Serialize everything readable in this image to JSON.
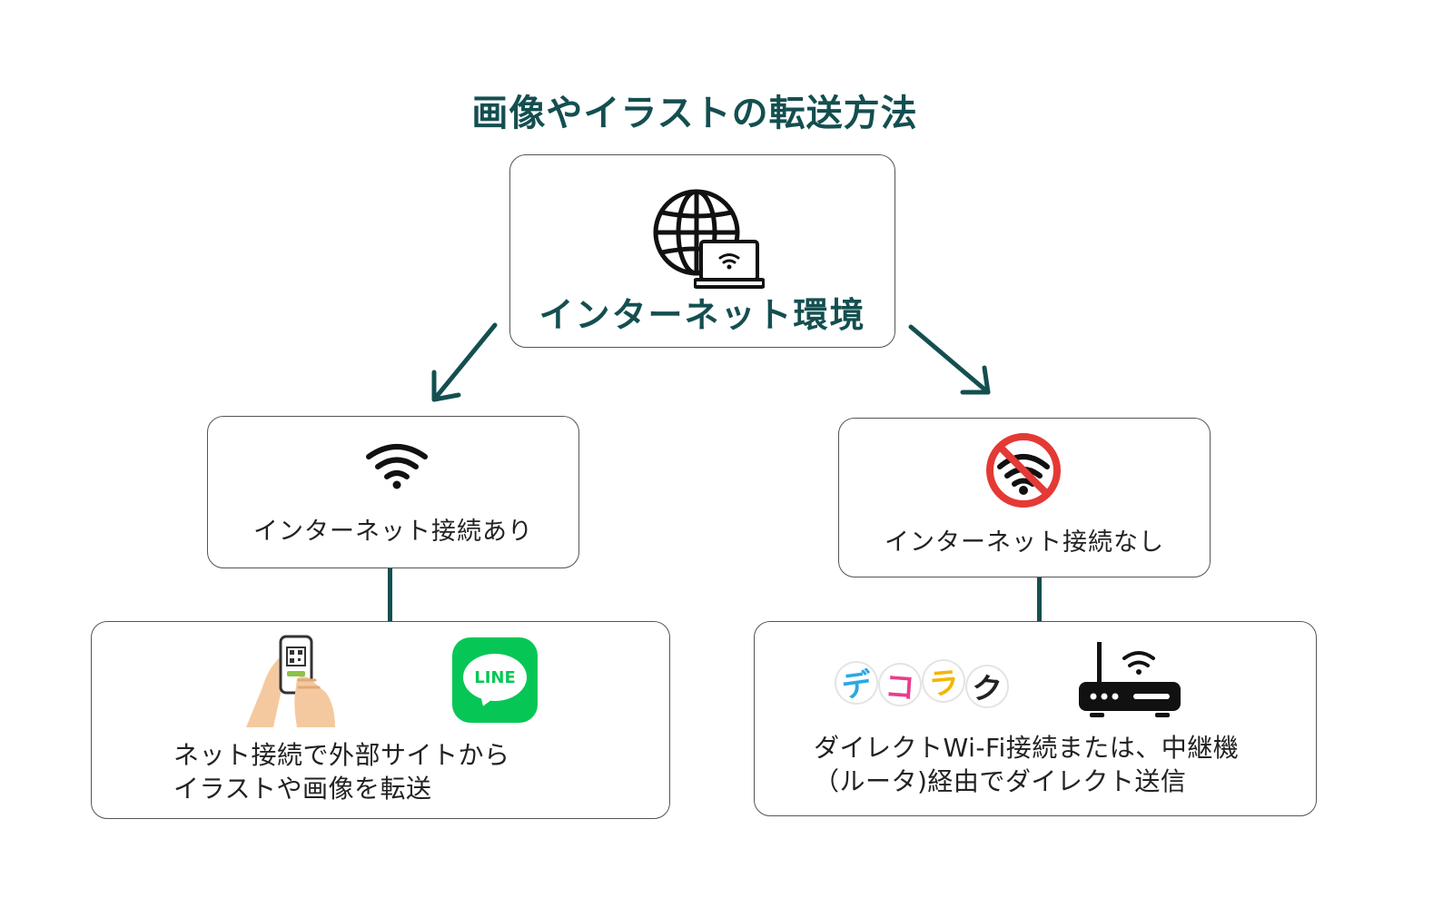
{
  "title": "画像やイラストの転送方法",
  "root": {
    "label": "インターネット環境"
  },
  "branches": {
    "online": {
      "label": "インターネット接続あり",
      "method_lines": [
        "ネット接続で外部サイトから",
        "イラストや画像を転送"
      ],
      "logo": {
        "text": "LINE"
      }
    },
    "offline": {
      "label": "インターネット接続なし",
      "method_lines": [
        "ダイレクトWi-Fi接続または、中継機",
        "（ルータ)経由でダイレクト送信"
      ],
      "logo": {
        "chars": [
          "デ",
          "コ",
          "ラ",
          "ク"
        ]
      }
    }
  },
  "colors": {
    "heading": "#144f50",
    "connector": "#144f50",
    "line_green": "#06c755",
    "no_sign_red": "#e53935",
    "deco_colors": [
      "#2aa9e0",
      "#e83e8c",
      "#f2b600",
      "#222222"
    ]
  },
  "icons": {
    "root": [
      "globe-icon",
      "laptop-icon",
      "wifi-icon"
    ],
    "online": [
      "wifi-icon"
    ],
    "offline": [
      "no-wifi-icon"
    ],
    "online_method": [
      "phone-qr-icon",
      "line-logo"
    ],
    "offline_method": [
      "decoraku-logo",
      "router-icon"
    ]
  }
}
